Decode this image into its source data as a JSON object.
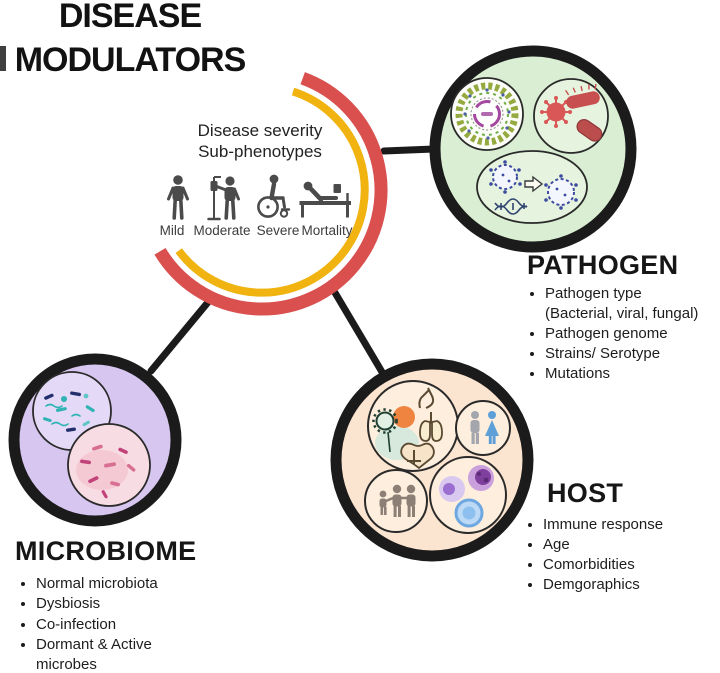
{
  "title": {
    "line1": "DISEASE",
    "line2": "MODULATORS"
  },
  "center": {
    "label_line1": "Disease severity",
    "label_line2": "Sub-phenotypes",
    "severity_levels": [
      {
        "label": "Mild",
        "icon": "standing-person-icon"
      },
      {
        "label": "Moderate",
        "icon": "iv-drip-patient-icon"
      },
      {
        "label": "Severe",
        "icon": "wheelchair-patient-icon"
      },
      {
        "label": "Mortality",
        "icon": "hospital-bed-patient-icon"
      }
    ]
  },
  "nodes": {
    "pathogen": {
      "heading": "PATHOGEN",
      "items": [
        {
          "label": "Pathogen type",
          "sub": "(Bacterial, viral, fungal)"
        },
        {
          "label": "Pathogen genome"
        },
        {
          "label": "Strains/ Serotype"
        },
        {
          "label": "Mutations"
        }
      ],
      "icons": [
        "genome-map-icon",
        "virus-and-bacteria-icon",
        "virus-mutation-icon"
      ]
    },
    "microbiome": {
      "heading": "MICROBIOME",
      "items": [
        {
          "label": "Normal microbiota"
        },
        {
          "label": "Dysbiosis"
        },
        {
          "label": "Co-infection"
        },
        {
          "label": "Dormant & Active",
          "sub": "microbes"
        }
      ],
      "icons": [
        "normal-microbiota-icon",
        "dysbiosis-bacteria-icon"
      ]
    },
    "host": {
      "heading": "HOST",
      "items": [
        {
          "label": "Immune response"
        },
        {
          "label": "Age"
        },
        {
          "label": "Comorbidities"
        },
        {
          "label": "Demgoraphics"
        }
      ],
      "icons": [
        "organs-icon",
        "male-female-icon",
        "family-icon",
        "immune-cells-icon"
      ]
    }
  },
  "colors": {
    "arc_red": "#d9504e",
    "arc_yellow": "#f0b310",
    "pathogen_fill": "#d9eed3",
    "microbiome_fill": "#d7c6f0",
    "host_fill": "#fbe4d0",
    "outline_black": "#1b1b1b",
    "icon_gray": "#4b4b4b"
  }
}
